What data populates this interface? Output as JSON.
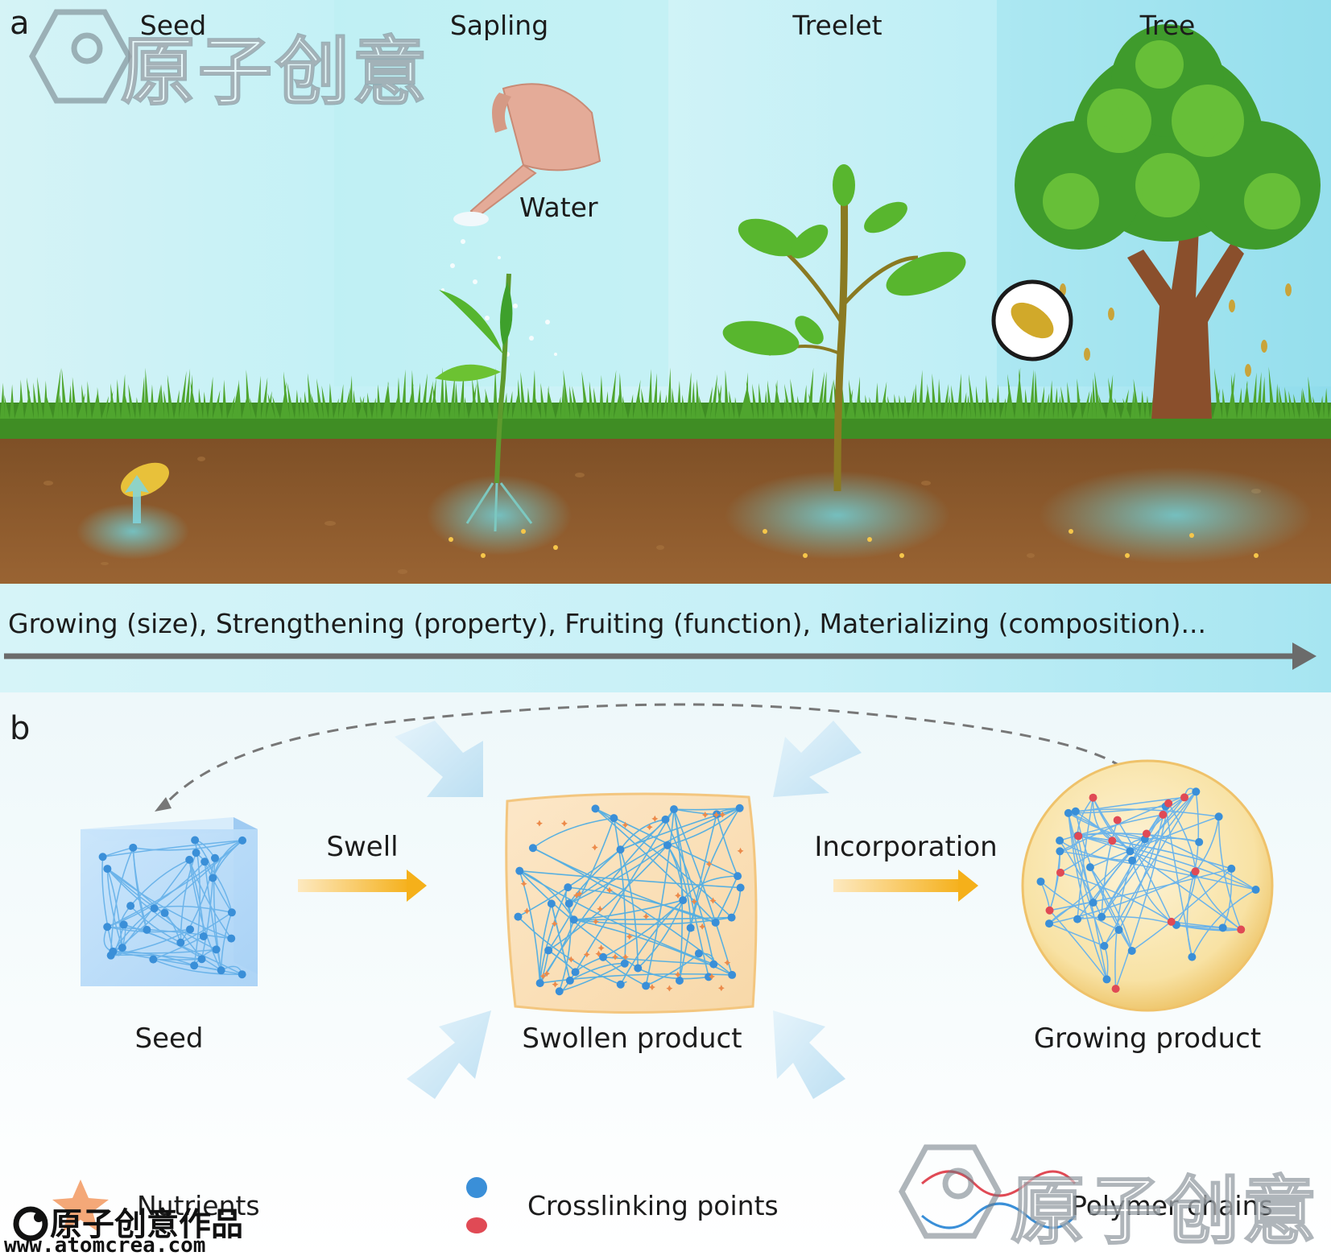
{
  "panel_a": {
    "letter": "a",
    "stages": [
      "Seed",
      "Sapling",
      "Treelet",
      "Tree"
    ],
    "water_label": "Water",
    "progression_text": "Growing (size), Strengthening (property), Fruiting (function), Materializing (composition)..."
  },
  "panel_b": {
    "letter": "b",
    "items": {
      "seed": "Seed",
      "swollen": "Swollen product",
      "growing": "Growing product"
    },
    "arrows": {
      "swell": "Swell",
      "incorporation": "Incorporation"
    },
    "legend": {
      "nutrients": "Nutrients",
      "crosslinking": "Crosslinking points",
      "polymer": "Polymer chains"
    }
  },
  "watermark": {
    "logo_text": "原子创意",
    "footer_text": "原子创意作品",
    "footer_url": "www.atomcrea.com"
  },
  "colors": {
    "sky": "#bfeef5",
    "soil": "#8a5a2e",
    "grass": "#3e8f22",
    "arrow_gray": "#6b6b6b",
    "arrow_gold": "#f5b820",
    "crosslink_blue": "#3a8fd8",
    "crosslink_red": "#e04a55",
    "nutrient_orange": "#f0a060"
  }
}
